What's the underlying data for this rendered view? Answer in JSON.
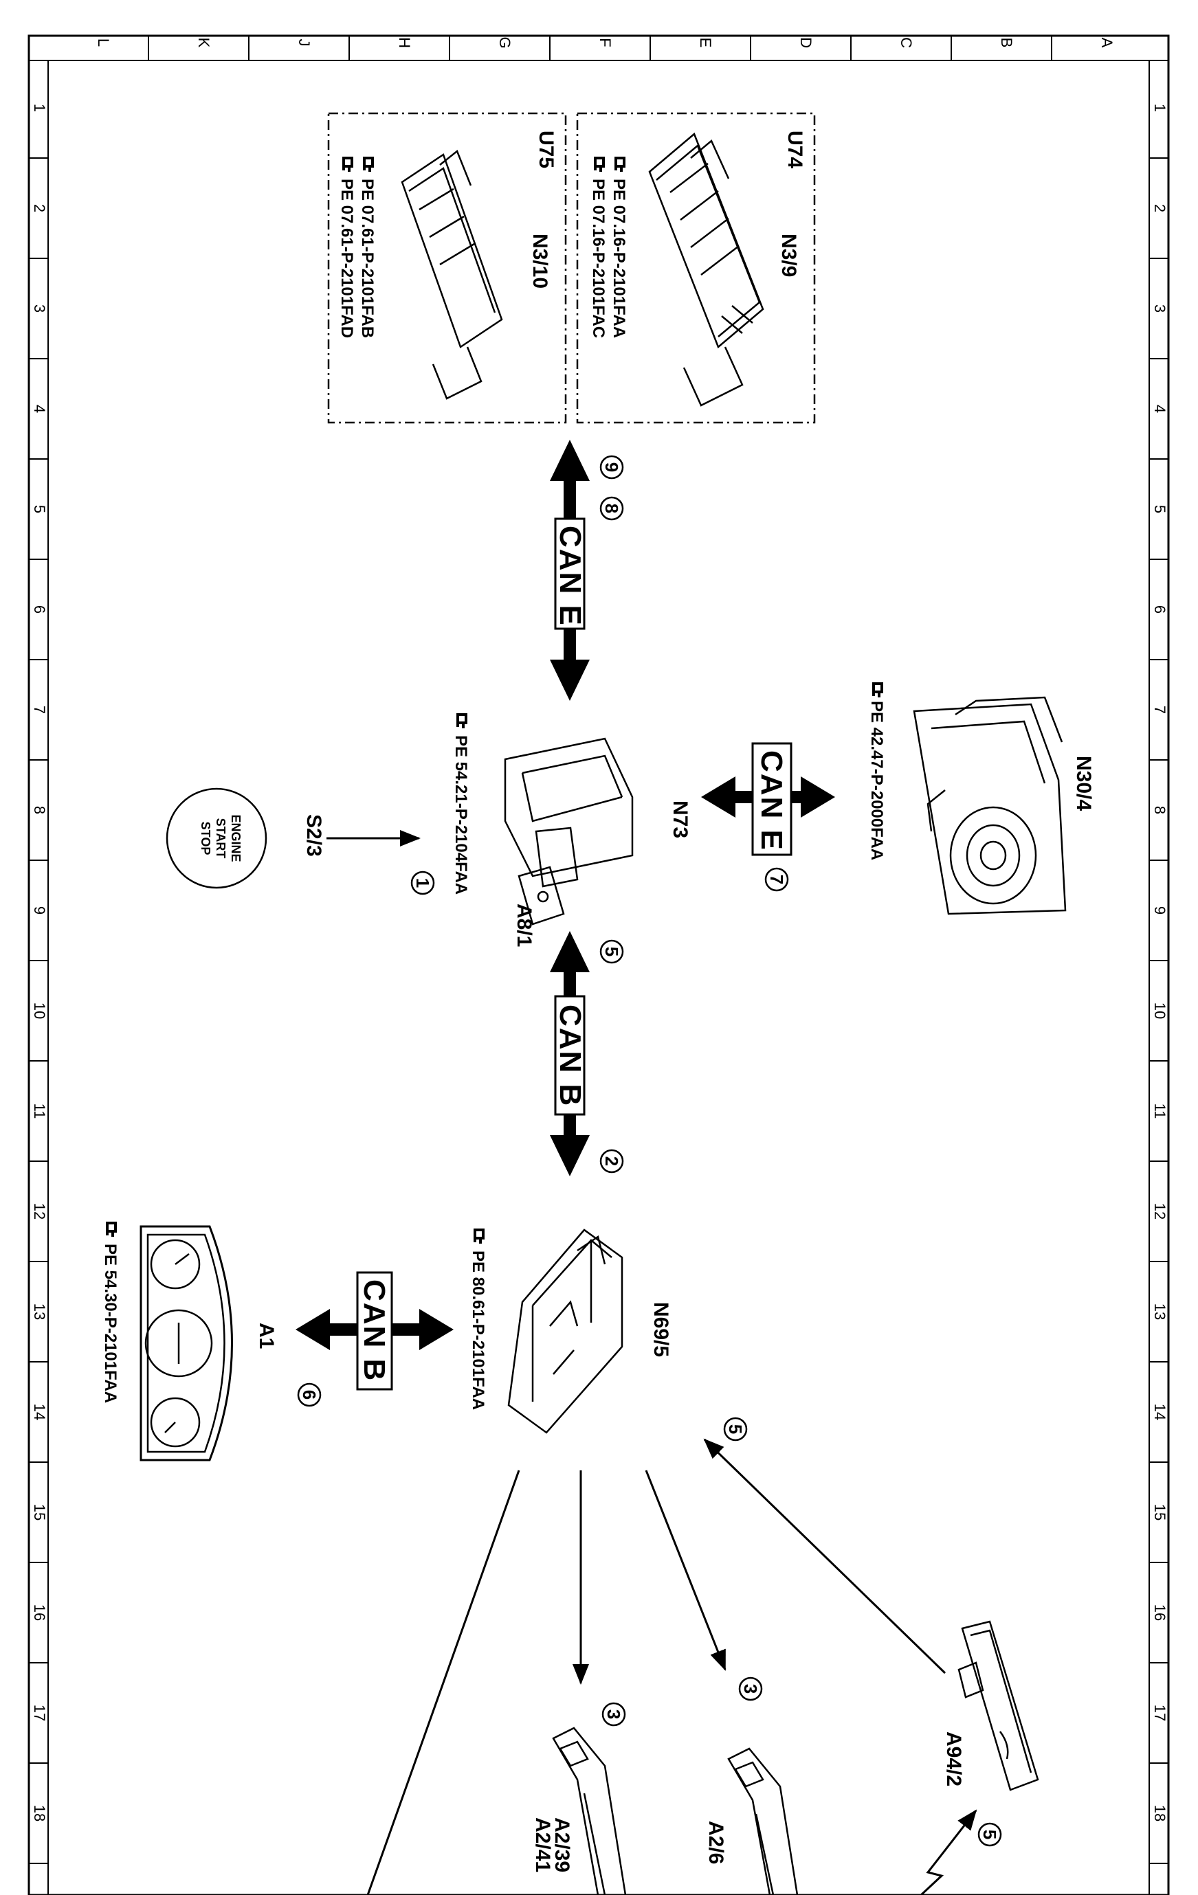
{
  "grid": {
    "col_letters": [
      "L",
      "K",
      "J",
      "H",
      "G",
      "F",
      "E",
      "D",
      "C",
      "B",
      "A"
    ],
    "row_numbers": [
      "1",
      "2",
      "3",
      "4",
      "5",
      "6",
      "7",
      "8",
      "9",
      "10",
      "11",
      "12",
      "13",
      "14",
      "15",
      "16",
      "17",
      "18"
    ]
  },
  "components": {
    "u74": {
      "box_label": "U74",
      "code": "N3/9",
      "refs": [
        "PE 07.16-P-2101FAA",
        "PE 07.16-P-2101FAC"
      ]
    },
    "u75": {
      "box_label": "U75",
      "code": "N3/10",
      "refs": [
        "PE 07.61-P-2101FAB",
        "PE 07.61-P-2101FAD"
      ]
    },
    "n30_4": {
      "code": "N30/4",
      "ref": "PE 42.47-P-2000FAA"
    },
    "n73": {
      "code": "N73",
      "code2": "A8/1",
      "ref": "PE 54.21-P-2104FAA"
    },
    "s2_3": {
      "code": "S2/3",
      "button_lines": [
        "ENGINE",
        "START",
        "STOP"
      ]
    },
    "n69_5": {
      "code": "N69/5",
      "ref": "PE 80.61-P-2101FAA"
    },
    "a1": {
      "code": "A1",
      "ref": "PE 54.30-P-2101FAA"
    },
    "a94_2": {
      "code": "A94/2"
    },
    "a2_6": {
      "code": "A2/6"
    },
    "a2_39": {
      "code": "A2/39"
    },
    "a2_41": {
      "code": "A2/41"
    }
  },
  "buses": {
    "can_e_top": "CAN E",
    "can_e_right": "CAN E",
    "can_b_mid": "CAN B",
    "can_b_left": "CAN B"
  },
  "markers": {
    "m9": "9",
    "m8": "8",
    "m7": "7",
    "m1": "1",
    "m5_a": "5",
    "m2": "2",
    "m6": "6",
    "m5_b": "5",
    "m3_a": "3",
    "m3_b": "3",
    "m5_c": "5"
  },
  "icons": {
    "reference": "pointing-hand-icon",
    "lightning": "lightning-icon"
  }
}
